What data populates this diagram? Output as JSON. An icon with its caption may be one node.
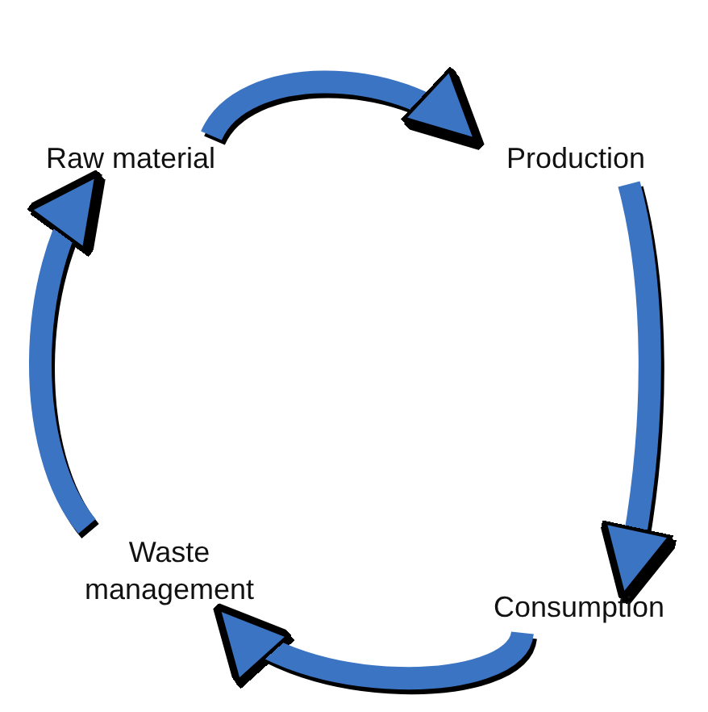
{
  "diagram": {
    "nodes": [
      {
        "text": [
          "Raw material"
        ]
      },
      {
        "text": [
          "Production"
        ]
      },
      {
        "text": [
          "Consumption"
        ]
      },
      {
        "text": [
          "Waste management"
        ]
      }
    ],
    "edges": [
      {
        "from": 0,
        "to": 1,
        "arrow": "to"
      },
      {
        "from": 1,
        "to": 2,
        "arrow": "to"
      },
      {
        "from": 2,
        "to": 3,
        "arrow": "to"
      },
      {
        "from": 3,
        "to": 0,
        "arrow": "to"
      }
    ]
  }
}
